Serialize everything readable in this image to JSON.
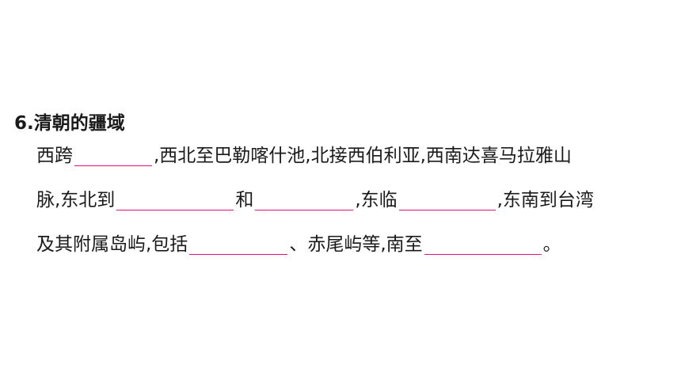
{
  "question": {
    "title": "6.清朝的疆域",
    "line1": {
      "t1": "西跨",
      "t2": ",西北至巴勒喀什池,北接西伯利亚,西南达喜马拉雅山"
    },
    "line2": {
      "t1": "脉,东北到",
      "t2": "和",
      "t3": ",东临",
      "t4": ",东南到台湾"
    },
    "line3": {
      "t1": "及其附属岛屿,包括",
      "t2": "、赤尾屿等,南至",
      "t3": "。"
    },
    "colors": {
      "blank_underline": "#e0127e",
      "text": "#1a1a1a"
    }
  }
}
